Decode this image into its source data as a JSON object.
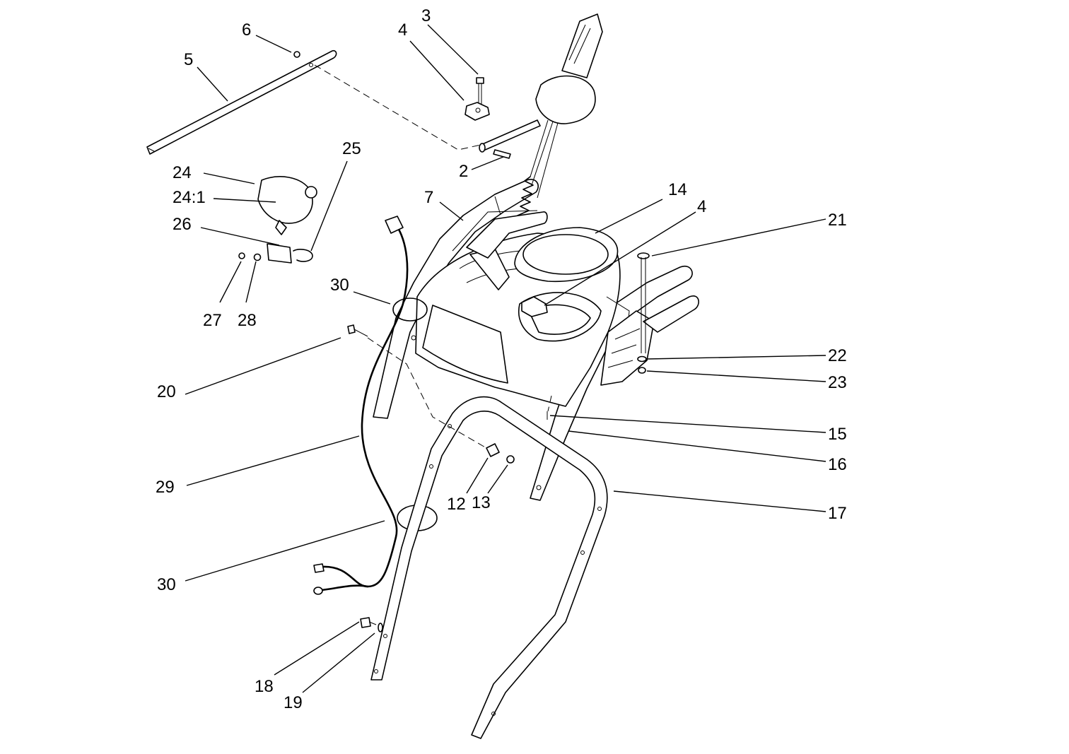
{
  "diagram": {
    "callouts": [
      {
        "id": "c-2",
        "text": "2"
      },
      {
        "id": "c-3",
        "text": "3"
      },
      {
        "id": "c-4a",
        "text": "4"
      },
      {
        "id": "c-4b",
        "text": "4"
      },
      {
        "id": "c-5",
        "text": "5"
      },
      {
        "id": "c-6",
        "text": "6"
      },
      {
        "id": "c-7",
        "text": "7"
      },
      {
        "id": "c-12",
        "text": "12"
      },
      {
        "id": "c-13",
        "text": "13"
      },
      {
        "id": "c-14",
        "text": "14"
      },
      {
        "id": "c-15",
        "text": "15"
      },
      {
        "id": "c-16",
        "text": "16"
      },
      {
        "id": "c-17",
        "text": "17"
      },
      {
        "id": "c-18",
        "text": "18"
      },
      {
        "id": "c-19",
        "text": "19"
      },
      {
        "id": "c-20",
        "text": "20"
      },
      {
        "id": "c-21",
        "text": "21"
      },
      {
        "id": "c-22",
        "text": "22"
      },
      {
        "id": "c-23",
        "text": "23"
      },
      {
        "id": "c-24",
        "text": "24"
      },
      {
        "id": "c-24-1",
        "text": "24:1"
      },
      {
        "id": "c-25",
        "text": "25"
      },
      {
        "id": "c-26",
        "text": "26"
      },
      {
        "id": "c-27",
        "text": "27"
      },
      {
        "id": "c-28",
        "text": "28"
      },
      {
        "id": "c-29",
        "text": "29"
      },
      {
        "id": "c-30a",
        "text": "30"
      },
      {
        "id": "c-30b",
        "text": "30"
      }
    ]
  }
}
